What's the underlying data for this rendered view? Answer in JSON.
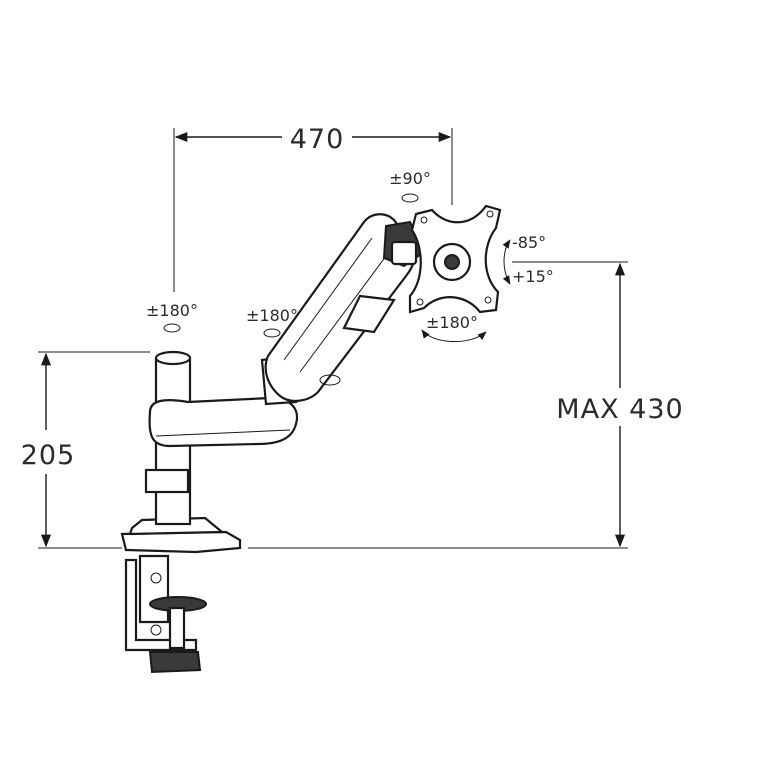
{
  "diagram": {
    "dimensions": {
      "arm_reach": "470",
      "pole_height": "205",
      "max_height": "MAX 430"
    },
    "rotation_labels": {
      "pole_rotation": "±180°",
      "arm_joint_rotation": "±180°",
      "swivel": "±90°",
      "tilt_up": "-85°",
      "tilt_down": "+15°",
      "vesa_rotation": "±180°"
    },
    "colors": {
      "line": "#1a1a1a",
      "text": "#2b2b2b",
      "background": "#ffffff"
    }
  }
}
